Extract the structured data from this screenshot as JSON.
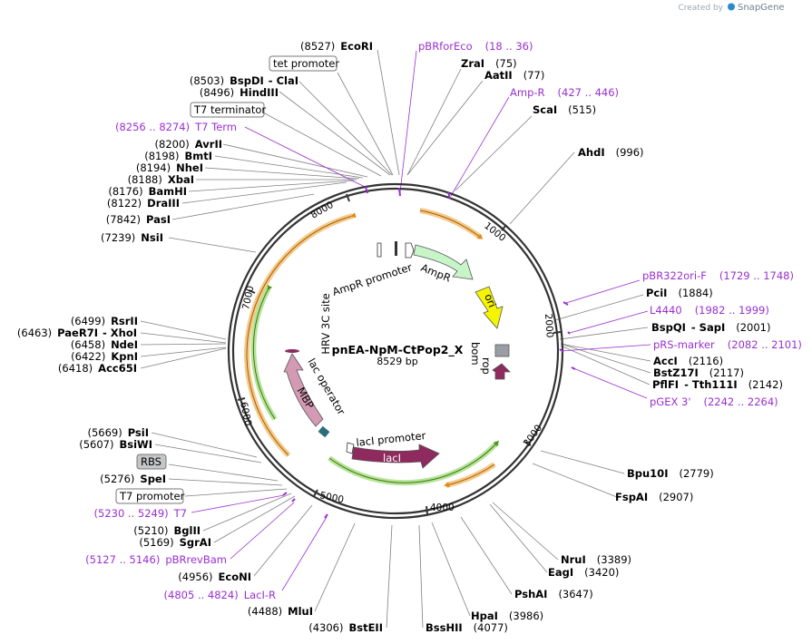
{
  "watermark": {
    "prefix": "Created by",
    "brand": "SnapGene"
  },
  "plasmid": {
    "name": "pnEA-NpM-CtPop2_X",
    "size": "8529 bp"
  },
  "ticks": [
    "1000",
    "2000",
    "3000",
    "4000",
    "5000",
    "6000",
    "7000",
    "8000"
  ],
  "features": {
    "ampr_promoter": "AmpR promoter",
    "ampr": "AmpR",
    "ori": "ori",
    "bom": "bom",
    "rop": "rop",
    "laci_promoter": "lacI promoter",
    "laci": "lacI",
    "mbp": "MBP",
    "lac_operator": "lac operator",
    "hrv": "HRV 3C site"
  },
  "sites": {
    "ecori": {
      "pos": "(8527)",
      "name": "EcoRI"
    },
    "tet_promoter": "tet promoter",
    "bspdi": {
      "pos": "(8503)",
      "name": "BspDI",
      "name2": "- ClaI"
    },
    "hindiii": {
      "pos": "(8496)",
      "name": "HindIII"
    },
    "t7_terminator": "T7 terminator",
    "t7term": {
      "pos": "(8256 .. 8274)",
      "name": "T7 Term"
    },
    "avrii": {
      "pos": "(8200)",
      "name": "AvrII"
    },
    "bmti": {
      "pos": "(8198)",
      "name": "BmtI"
    },
    "nhei": {
      "pos": "(8194)",
      "name": "NheI"
    },
    "xbai": {
      "pos": "(8188)",
      "name": "XbaI"
    },
    "bamhi": {
      "pos": "(8176)",
      "name": "BamHI"
    },
    "draiii": {
      "pos": "(8122)",
      "name": "DraIII"
    },
    "pasi": {
      "pos": "(7842)",
      "name": "PasI"
    },
    "nsii": {
      "pos": "(7239)",
      "name": "NsiI"
    },
    "rsrii": {
      "pos": "(6499)",
      "name": "RsrII"
    },
    "paer7i": {
      "pos": "(6463)",
      "name": "PaeR7I",
      "name2": "- XhoI"
    },
    "ndei": {
      "pos": "(6458)",
      "name": "NdeI"
    },
    "kpni": {
      "pos": "(6422)",
      "name": "KpnI"
    },
    "acc65i": {
      "pos": "(6418)",
      "name": "Acc65I"
    },
    "psii": {
      "pos": "(5669)",
      "name": "PsiI"
    },
    "bsiwi": {
      "pos": "(5607)",
      "name": "BsiWI"
    },
    "rbs": "RBS",
    "spei": {
      "pos": "(5276)",
      "name": "SpeI"
    },
    "t7_promoter": "T7 promoter",
    "t7": {
      "pos": "(5230 .. 5249)",
      "name": "T7"
    },
    "bglii": {
      "pos": "(5210)",
      "name": "BglII"
    },
    "sgrai": {
      "pos": "(5169)",
      "name": "SgrAI"
    },
    "pbrrevbam": {
      "pos": "(5127 .. 5146)",
      "name": "pBRrevBam"
    },
    "econi": {
      "pos": "(4956)",
      "name": "EcoNI"
    },
    "lacir": {
      "pos": "(4805 .. 4824)",
      "name": "LacI-R"
    },
    "mlui": {
      "pos": "(4488)",
      "name": "MluI"
    },
    "bsteii": {
      "pos": "(4306)",
      "name": "BstEII"
    },
    "bsshii": {
      "pos": "(4077)",
      "name": "BssHII"
    },
    "hpai": {
      "pos": "(3986)",
      "name": "HpaI"
    },
    "pshai": {
      "pos": "(3647)",
      "name": "PshAI"
    },
    "eagi": {
      "pos": "(3420)",
      "name": "EagI"
    },
    "orui": {
      "pos": "(3389)",
      "name": "NruI"
    },
    "fspai": {
      "pos": "(2907)",
      "name": "FspAI"
    },
    "bpu10i": {
      "pos": "(2779)",
      "name": "Bpu10I"
    },
    "pbrforeco": {
      "pos": "(18 .. 36)",
      "name": "pBRforEco"
    },
    "zrai": {
      "pos": "(75)",
      "name": "ZraI"
    },
    "aatii": {
      "pos": "(77)",
      "name": "AatII"
    },
    "ampr_primer": {
      "pos": "(427 .. 446)",
      "name": "Amp-R"
    },
    "scai": {
      "pos": "(515)",
      "name": "ScaI"
    },
    "ahdi": {
      "pos": "(996)",
      "name": "AhdI"
    },
    "pbr322orif": {
      "pos": "(1729 .. 1748)",
      "name": "pBR322ori-F"
    },
    "pcii": {
      "pos": "(1884)",
      "name": "PciI"
    },
    "l4440": {
      "pos": "(1982 .. 1999)",
      "name": "L4440"
    },
    "bspqi": {
      "pos": "(2001)",
      "name": "BspQI",
      "name2": "- SapI"
    },
    "prsmarker": {
      "pos": "(2082 .. 2101)",
      "name": "pRS-marker"
    },
    "acci": {
      "pos": "(2116)",
      "name": "AccI"
    },
    "bstz17i": {
      "pos": "(2117)",
      "name": "BstZ17I"
    },
    "pflfi": {
      "pos": "(2142)",
      "name": "PflFI",
      "name2": "- Tth111I"
    },
    "pgex3": {
      "pos": "(2242 .. 2264)",
      "name": "pGEX 3'"
    }
  },
  "colors": {
    "enzyme_line": "#808080",
    "primer": "#9a2fd0",
    "ampr_fill": "#c8f5c8",
    "ori_fill": "#f5f500",
    "laci_fill": "#8e2a5e",
    "mbp_fill": "#d49ab4",
    "bom_fill": "#9a9ea4",
    "orange_arc": "#f5c98a",
    "green_arc": "#b7e39a"
  }
}
